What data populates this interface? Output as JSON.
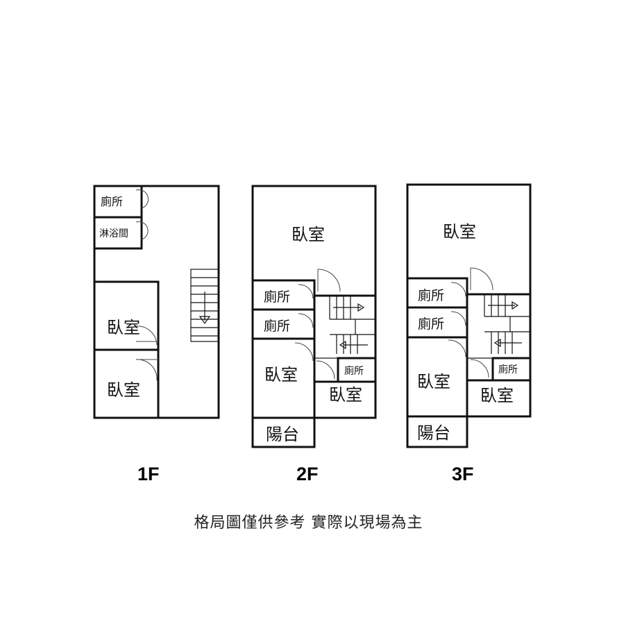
{
  "floors": [
    {
      "label": "1F",
      "rooms": {
        "toilet": "廁所",
        "shower": "淋浴間",
        "bedroom_upper": "臥室",
        "bedroom_lower": "臥室"
      }
    },
    {
      "label": "2F",
      "rooms": {
        "bedroom_main": "臥室",
        "toilet_1": "廁所",
        "toilet_2": "廁所",
        "bedroom_left": "臥室",
        "toilet_small": "廁所",
        "bedroom_right": "臥室",
        "balcony": "陽台"
      }
    },
    {
      "label": "3F",
      "rooms": {
        "bedroom_main": "臥室",
        "toilet_1": "廁所",
        "toilet_2": "廁所",
        "bedroom_left": "臥室",
        "toilet_small": "廁所",
        "bedroom_right": "臥室",
        "balcony": "陽台"
      }
    }
  ],
  "disclaimer": "格局圖僅供參考 實際以現場為主"
}
